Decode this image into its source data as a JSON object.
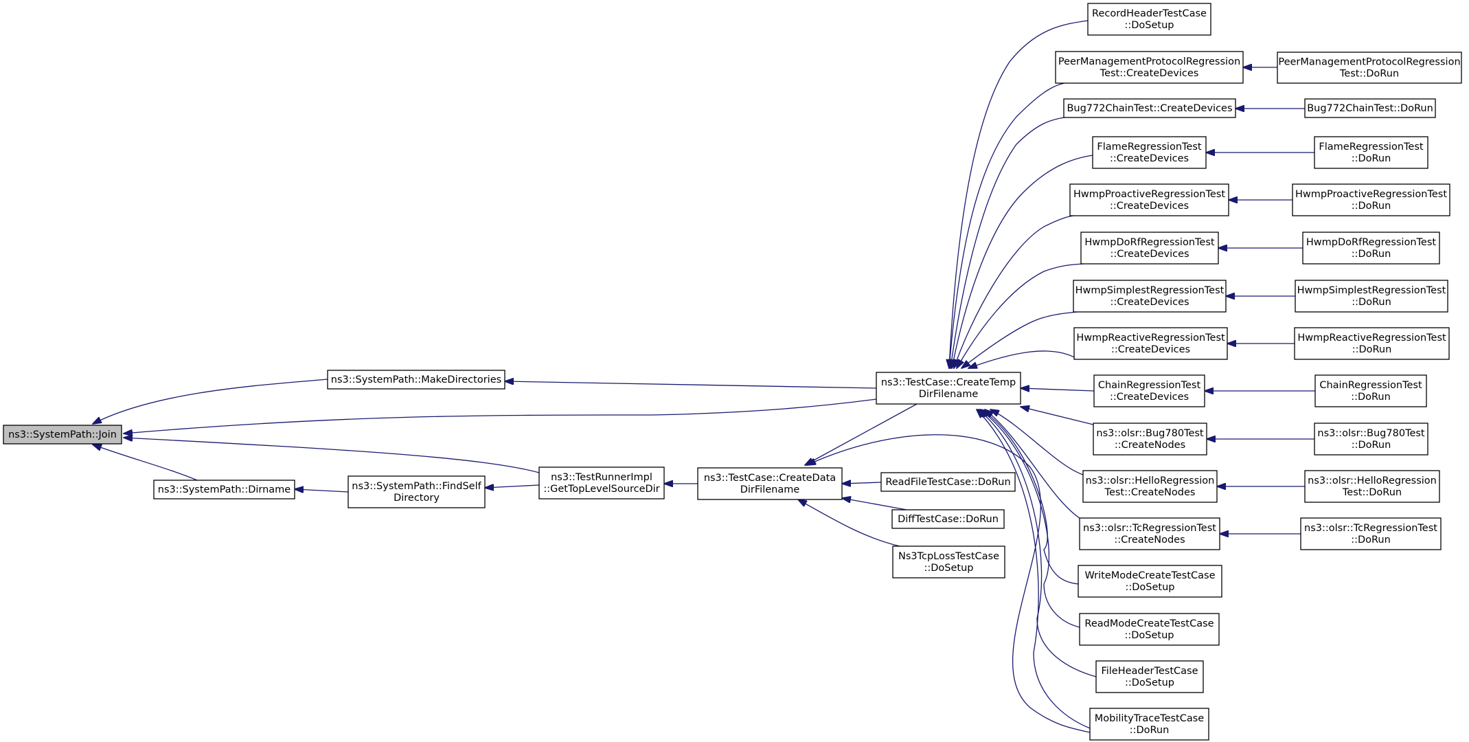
{
  "colors": {
    "edge": "#191970",
    "focus_fill": "#bfbfbf",
    "node_fill": "#ffffff",
    "node_border": "#000000"
  },
  "nodes": [
    {
      "id": "join",
      "lines": [
        "ns3::SystemPath::Join"
      ],
      "focus": true
    },
    {
      "id": "makedirs",
      "lines": [
        "ns3::SystemPath::MakeDirectories"
      ]
    },
    {
      "id": "dirname",
      "lines": [
        "ns3::SystemPath::Dirname"
      ]
    },
    {
      "id": "findself",
      "lines": [
        "ns3::SystemPath::FindSelf",
        "Directory"
      ]
    },
    {
      "id": "gettoplevel",
      "lines": [
        "ns3::TestRunnerImpl",
        "::GetTopLevelSourceDir"
      ]
    },
    {
      "id": "createdata",
      "lines": [
        "ns3::TestCase::CreateData",
        "DirFilename"
      ]
    },
    {
      "id": "createtemp",
      "lines": [
        "ns3::TestCase::CreateTemp",
        "DirFilename"
      ]
    },
    {
      "id": "readfile",
      "lines": [
        "ReadFileTestCase::DoRun"
      ]
    },
    {
      "id": "difftest",
      "lines": [
        "DiffTestCase::DoRun"
      ]
    },
    {
      "id": "tcploss",
      "lines": [
        "Ns3TcpLossTestCase",
        "::DoSetup"
      ]
    },
    {
      "id": "recordheader",
      "lines": [
        "RecordHeaderTestCase",
        "::DoSetup"
      ]
    },
    {
      "id": "peercreate",
      "lines": [
        "PeerManagementProtocolRegression",
        "Test::CreateDevices"
      ]
    },
    {
      "id": "peerrun",
      "lines": [
        "PeerManagementProtocolRegression",
        "Test::DoRun"
      ]
    },
    {
      "id": "bug772create",
      "lines": [
        "Bug772ChainTest::CreateDevices"
      ]
    },
    {
      "id": "bug772run",
      "lines": [
        "Bug772ChainTest::DoRun"
      ]
    },
    {
      "id": "flamecreate",
      "lines": [
        "FlameRegressionTest",
        "::CreateDevices"
      ]
    },
    {
      "id": "flamerun",
      "lines": [
        "FlameRegressionTest",
        "::DoRun"
      ]
    },
    {
      "id": "proactivecreate",
      "lines": [
        "HwmpProactiveRegressionTest",
        "::CreateDevices"
      ]
    },
    {
      "id": "proactiverun",
      "lines": [
        "HwmpProactiveRegressionTest",
        "::DoRun"
      ]
    },
    {
      "id": "dorfcreate",
      "lines": [
        "HwmpDoRfRegressionTest",
        "::CreateDevices"
      ]
    },
    {
      "id": "dorfrun",
      "lines": [
        "HwmpDoRfRegressionTest",
        "::DoRun"
      ]
    },
    {
      "id": "simplestcreate",
      "lines": [
        "HwmpSimplestRegressionTest",
        "::CreateDevices"
      ]
    },
    {
      "id": "simplestrun",
      "lines": [
        "HwmpSimplestRegressionTest",
        "::DoRun"
      ]
    },
    {
      "id": "reactivecreate",
      "lines": [
        "HwmpReactiveRegressionTest",
        "::CreateDevices"
      ]
    },
    {
      "id": "reactiverun",
      "lines": [
        "HwmpReactiveRegressionTest",
        "::DoRun"
      ]
    },
    {
      "id": "chaincreate",
      "lines": [
        "ChainRegressionTest",
        "::CreateDevices"
      ]
    },
    {
      "id": "chainrun",
      "lines": [
        "ChainRegressionTest",
        "::DoRun"
      ]
    },
    {
      "id": "bug780create",
      "lines": [
        "ns3::olsr::Bug780Test",
        "::CreateNodes"
      ]
    },
    {
      "id": "bug780run",
      "lines": [
        "ns3::olsr::Bug780Test",
        "::DoRun"
      ]
    },
    {
      "id": "hellocreate",
      "lines": [
        "ns3::olsr::HelloRegression",
        "Test::CreateNodes"
      ]
    },
    {
      "id": "hellorun",
      "lines": [
        "ns3::olsr::HelloRegression",
        "Test::DoRun"
      ]
    },
    {
      "id": "tccreate",
      "lines": [
        "ns3::olsr::TcRegressionTest",
        "::CreateNodes"
      ]
    },
    {
      "id": "tcrun",
      "lines": [
        "ns3::olsr::TcRegressionTest",
        "::DoRun"
      ]
    },
    {
      "id": "writemode",
      "lines": [
        "WriteModeCreateTestCase",
        "::DoSetup"
      ]
    },
    {
      "id": "readmode",
      "lines": [
        "ReadModeCreateTestCase",
        "::DoSetup"
      ]
    },
    {
      "id": "fileheader",
      "lines": [
        "FileHeaderTestCase",
        "::DoSetup"
      ]
    },
    {
      "id": "mobility",
      "lines": [
        "MobilityTraceTestCase",
        "::DoRun"
      ]
    }
  ]
}
